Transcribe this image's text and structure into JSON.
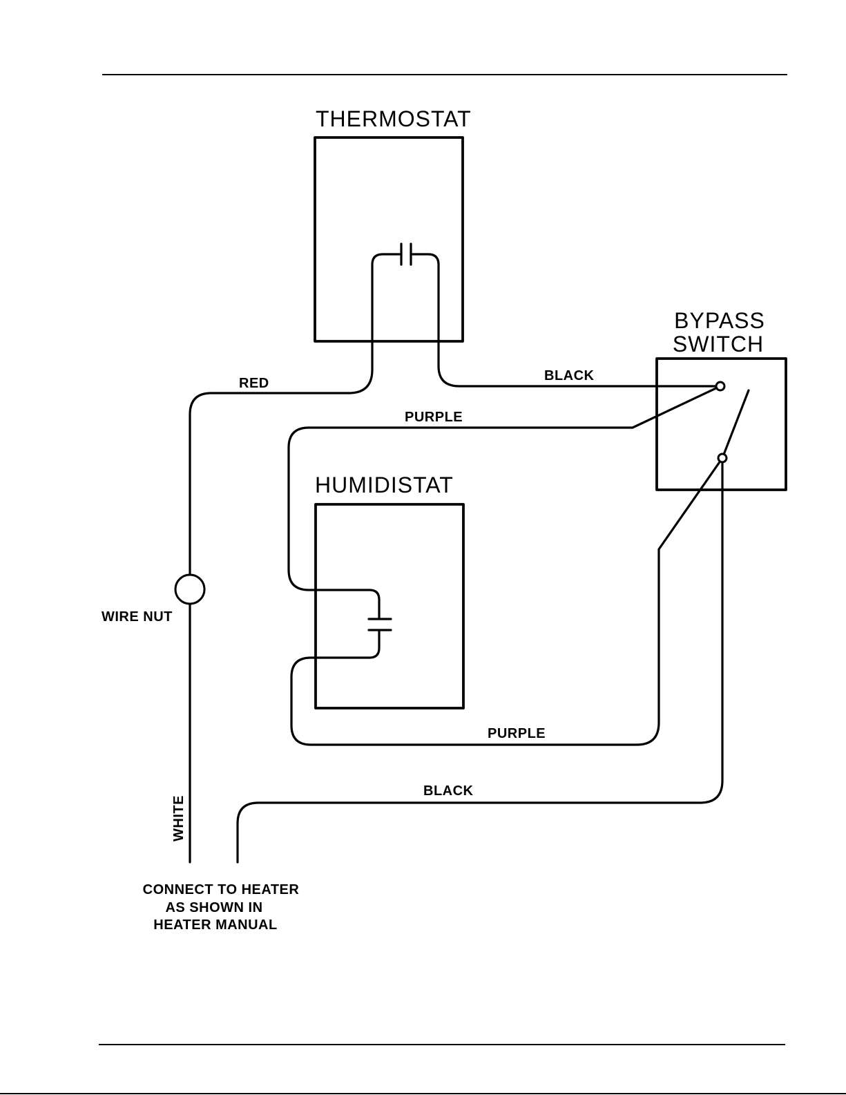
{
  "diagram": {
    "components": {
      "thermostat": "THERMOSTAT",
      "humidistat": "HUMIDISTAT",
      "bypass_switch_line1": "BYPASS",
      "bypass_switch_line2": "SWITCH",
      "wire_nut": "WIRE NUT"
    },
    "wires": {
      "red": "RED",
      "black_top": "BLACK",
      "purple_top": "PURPLE",
      "purple_bottom": "PURPLE",
      "black_bottom": "BLACK",
      "white": "WHITE"
    },
    "note": {
      "line1": "CONNECT TO HEATER",
      "line2": "AS SHOWN IN",
      "line3": "HEATER MANUAL"
    }
  }
}
